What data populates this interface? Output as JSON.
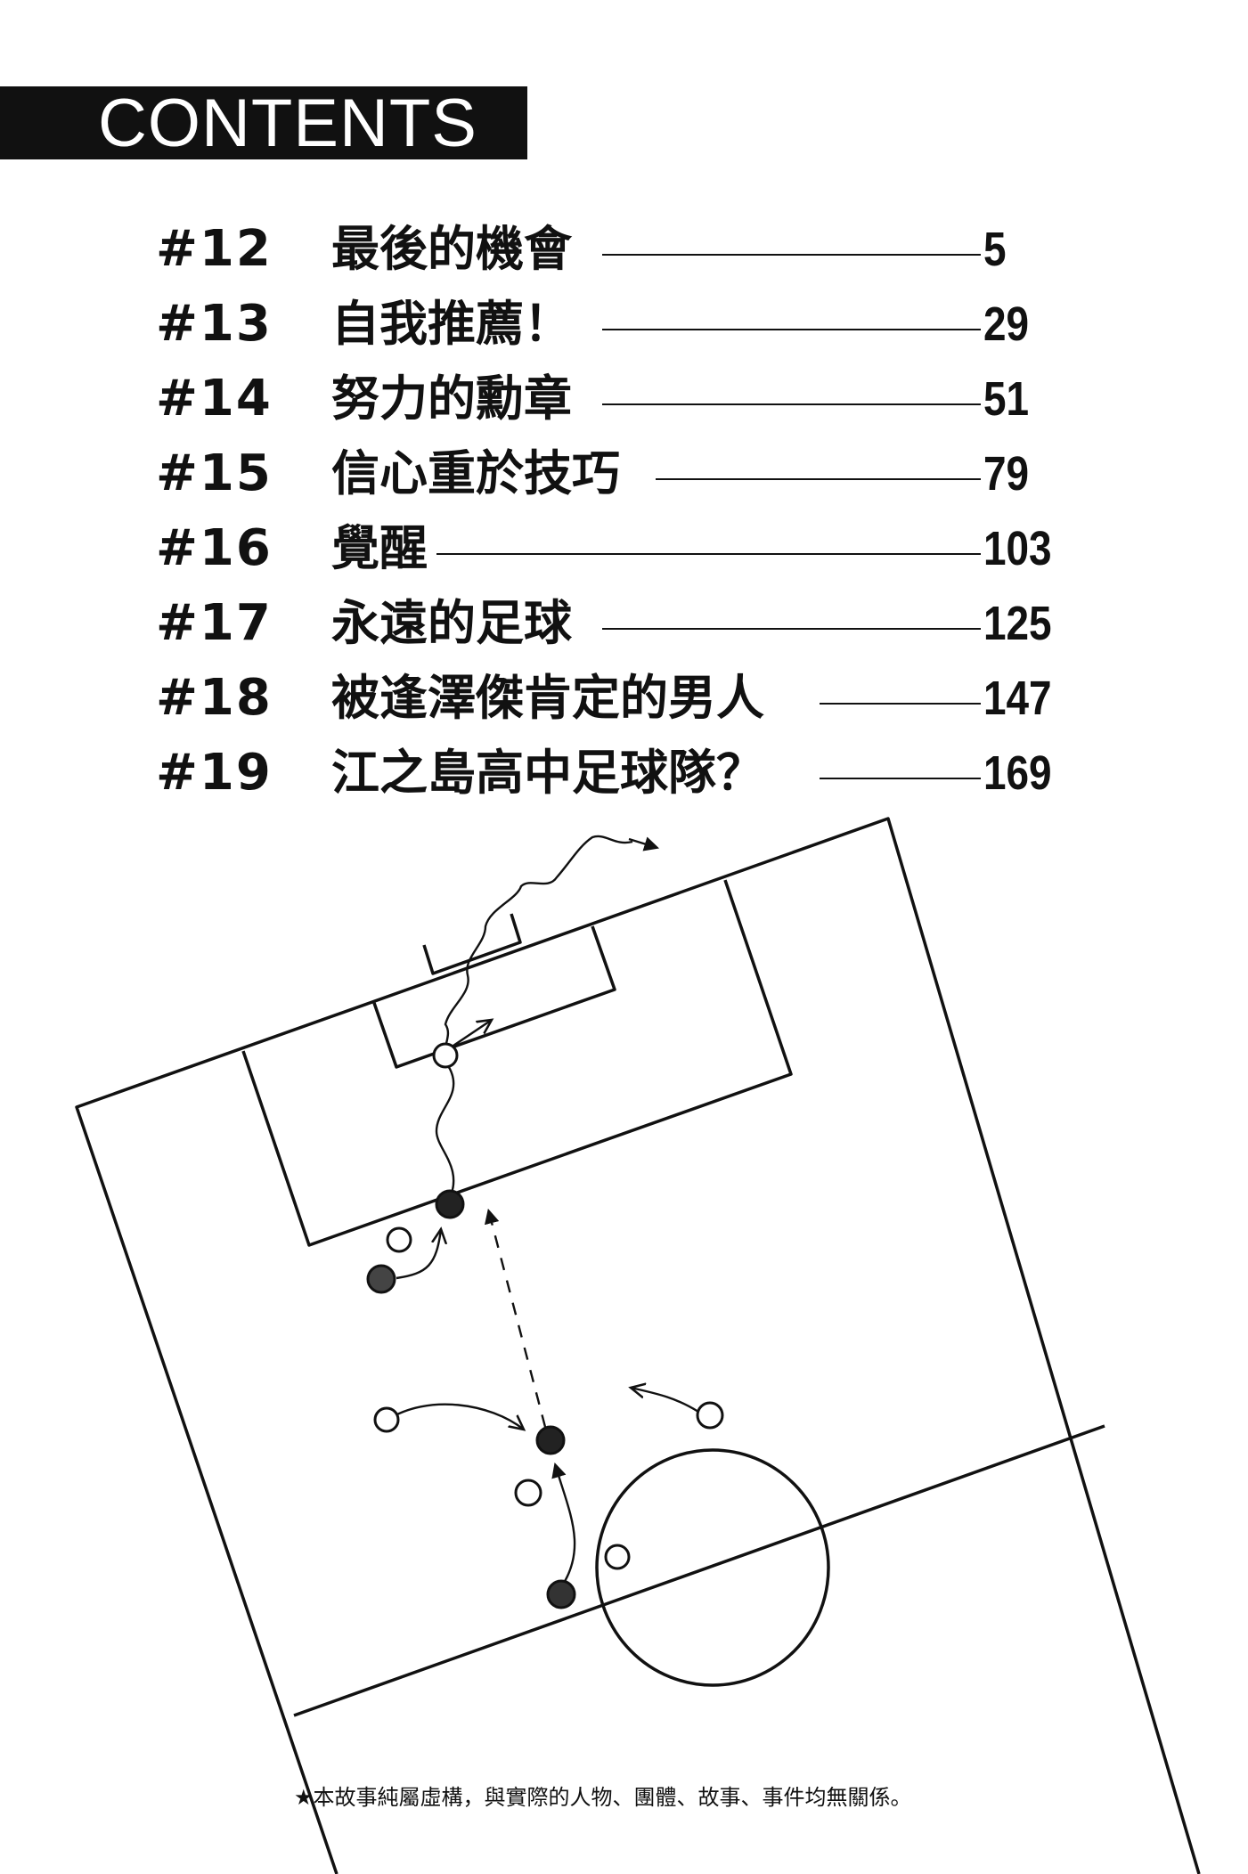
{
  "header": {
    "title": "CONTENTS"
  },
  "toc": [
    {
      "number": "#12",
      "title": "最後的機會",
      "page": "5"
    },
    {
      "number": "#13",
      "title": "自我推薦！",
      "page": "29"
    },
    {
      "number": "#14",
      "title": "努力的勳章",
      "page": "51"
    },
    {
      "number": "#15",
      "title": "信心重於技巧",
      "page": "79"
    },
    {
      "number": "#16",
      "title": "覺醒",
      "page": "103"
    },
    {
      "number": "#17",
      "title": "永遠的足球",
      "page": "125"
    },
    {
      "number": "#18",
      "title": "被逢澤傑肯定的男人",
      "page": "147"
    },
    {
      "number": "#19",
      "title": "江之島高中足球隊？",
      "page": "169"
    }
  ],
  "footer": {
    "disclaimer": "★本故事純屬虛構，與實際的人物、團體、故事、事件均無關係。"
  },
  "colors": {
    "ink": "#111111",
    "paper": "#ffffff"
  }
}
